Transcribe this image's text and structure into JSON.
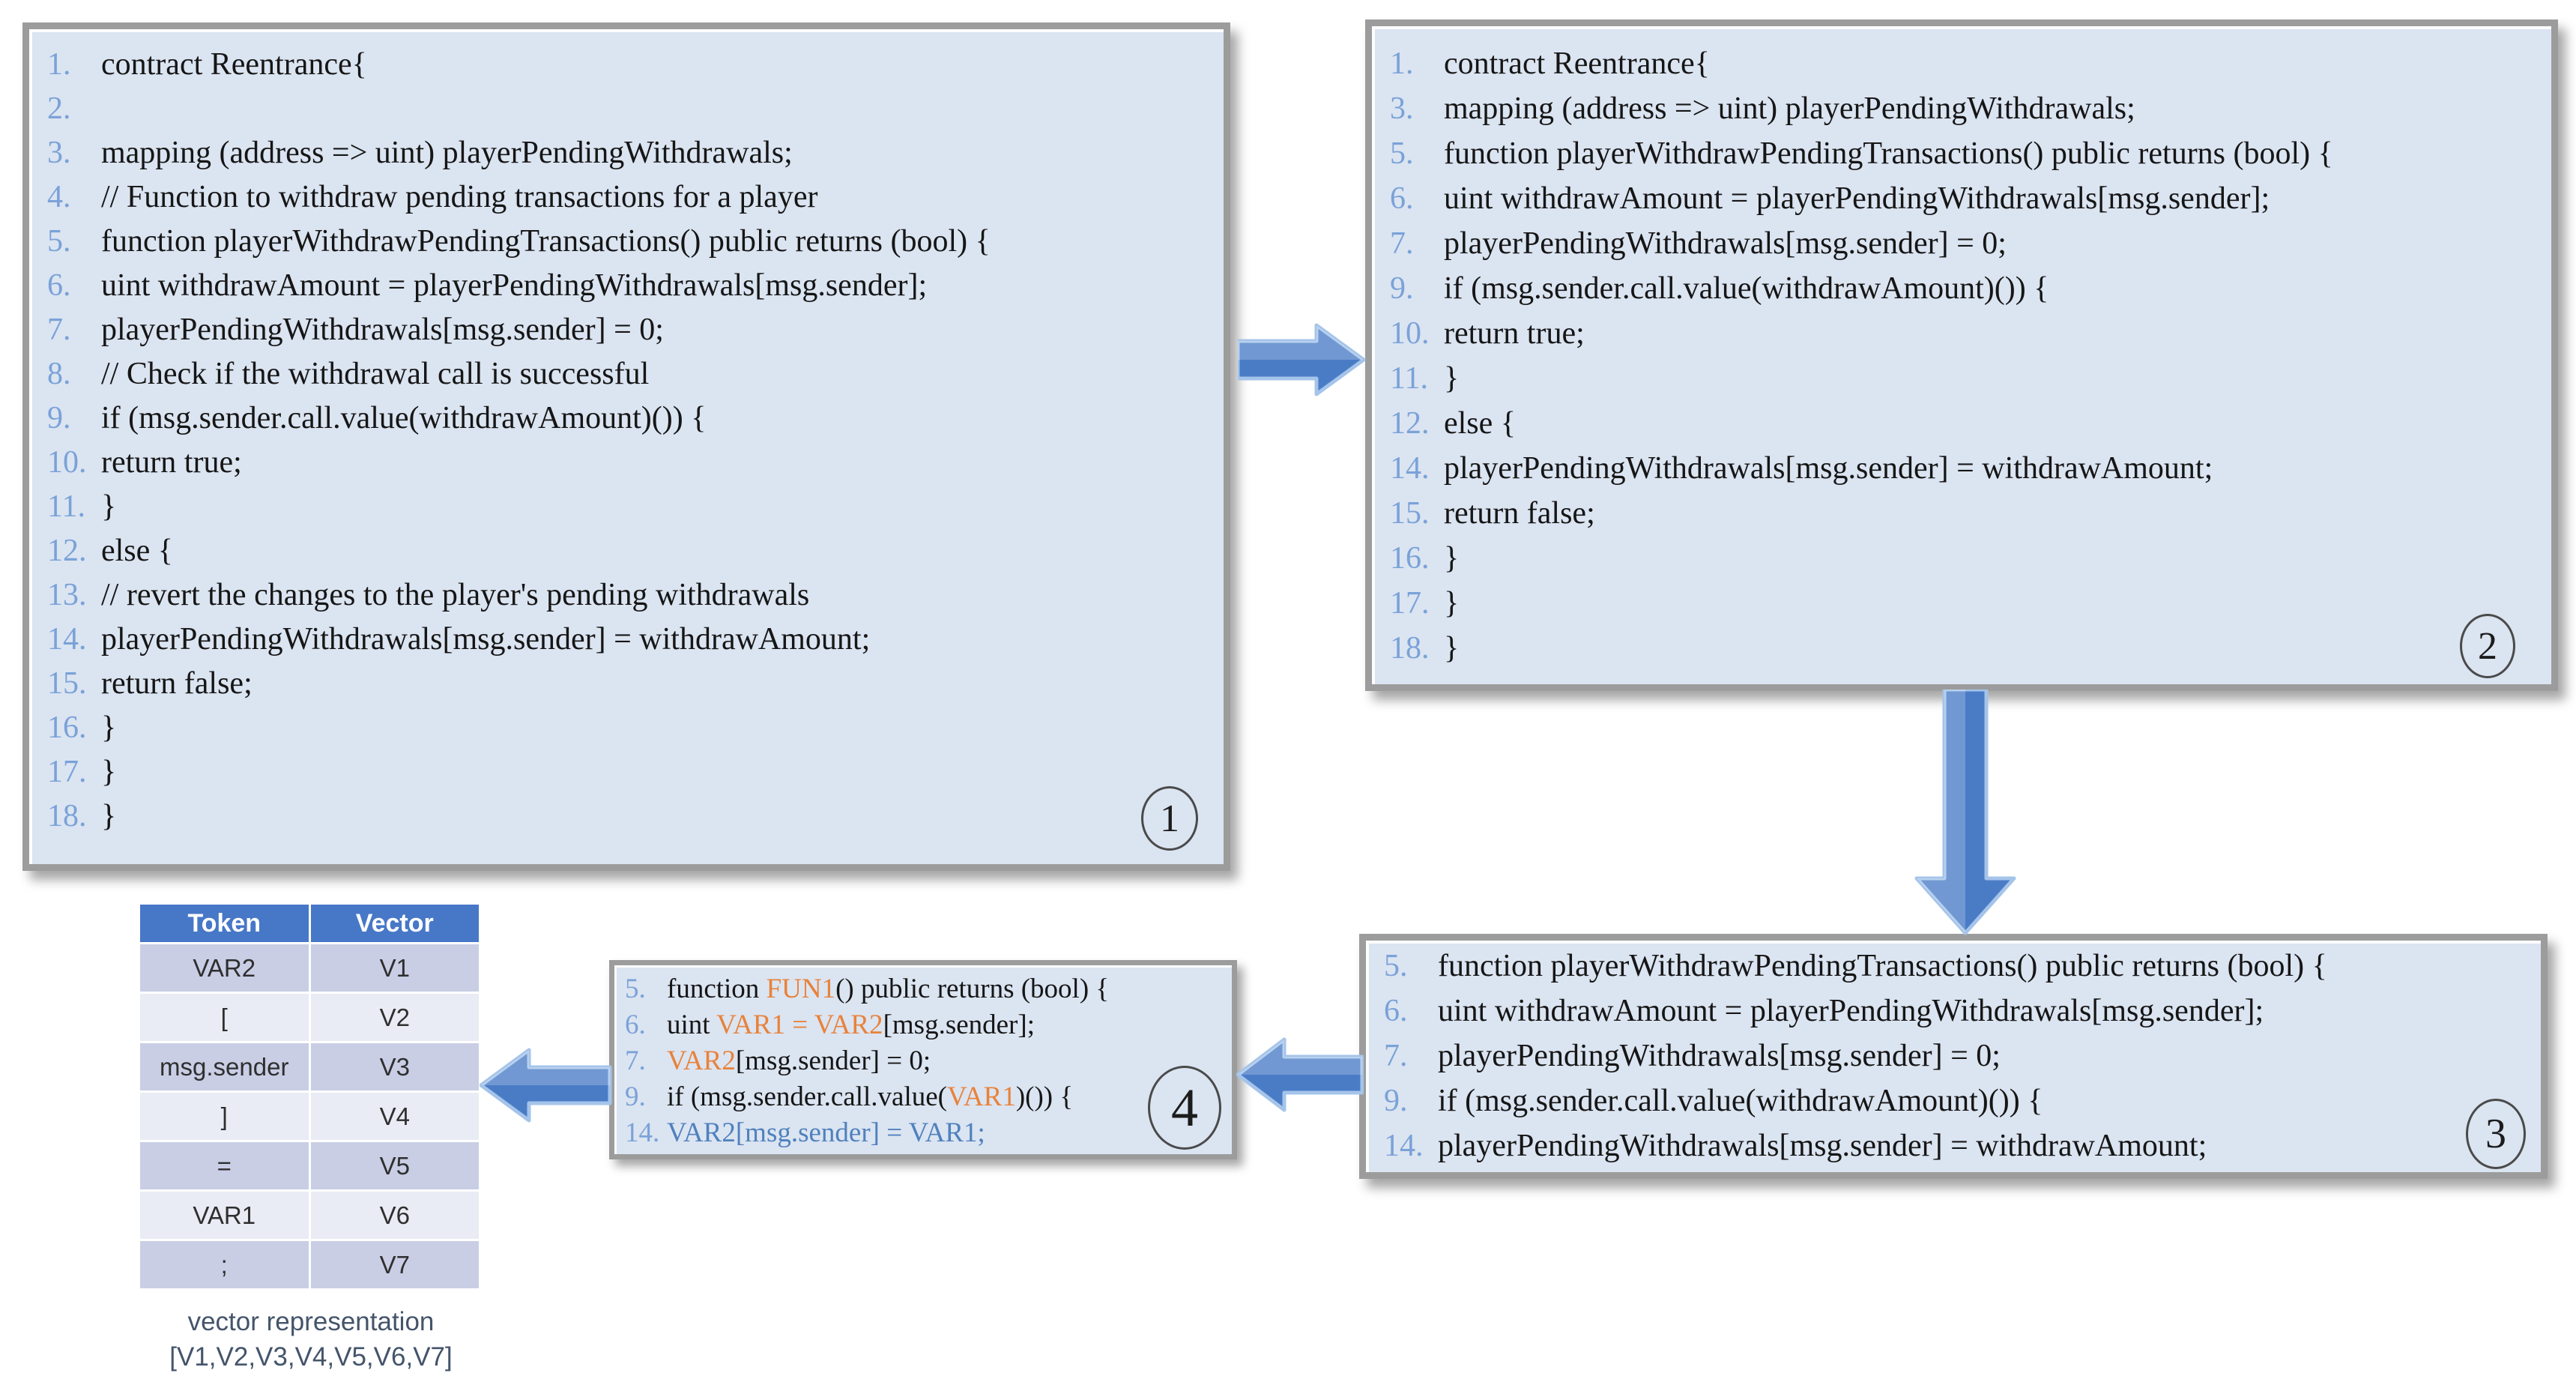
{
  "colors": {
    "panel_bg": "#dbe4f1",
    "panel_border": "#9c9c9c",
    "line_number": "#7aa2d8",
    "code_text": "#161616",
    "highlight_orange": "#e8823a",
    "highlight_blue": "#4f81bd",
    "arrow_fill": "#4a7cc6",
    "arrow_edge": "#a5c4ea",
    "table_header_bg": "#4777c7",
    "table_header_text": "#ffffff",
    "table_row_dark": "#c9cee5",
    "table_row_light": "#e9ecf5",
    "table_cell_text": "#2f2f2f",
    "caption_text": "#44546a"
  },
  "panels": [
    {
      "id": "1",
      "badge": "1",
      "lines": [
        {
          "n": "1.",
          "segs": [
            {
              "t": "contract Reentrance{"
            }
          ]
        },
        {
          "n": "2.",
          "segs": []
        },
        {
          "n": "3.",
          "segs": [
            {
              "t": "mapping (address => uint) playerPendingWithdrawals;"
            }
          ]
        },
        {
          "n": "4.",
          "segs": [
            {
              "t": "// Function to withdraw pending transactions for a player"
            }
          ]
        },
        {
          "n": "5.",
          "segs": [
            {
              "t": "function playerWithdrawPendingTransactions() public returns (bool) {"
            }
          ]
        },
        {
          "n": "6.",
          "segs": [
            {
              "t": "uint withdrawAmount = playerPendingWithdrawals[msg.sender];"
            }
          ]
        },
        {
          "n": "7.",
          "segs": [
            {
              "t": "playerPendingWithdrawals[msg.sender] = 0;"
            }
          ]
        },
        {
          "n": "8.",
          "segs": [
            {
              "t": "// Check if the withdrawal call is successful"
            }
          ]
        },
        {
          "n": "9.",
          "segs": [
            {
              "t": "if (msg.sender.call.value(withdrawAmount)()) {"
            }
          ]
        },
        {
          "n": "10.",
          "segs": [
            {
              "t": "return true;"
            }
          ]
        },
        {
          "n": "11.",
          "segs": [
            {
              "t": "}"
            }
          ]
        },
        {
          "n": "12.",
          "segs": [
            {
              "t": "else {"
            }
          ]
        },
        {
          "n": "13.",
          "segs": [
            {
              "t": "// revert the changes to the player's pending withdrawals"
            }
          ]
        },
        {
          "n": "14.",
          "segs": [
            {
              "t": "playerPendingWithdrawals[msg.sender] = withdrawAmount;"
            }
          ]
        },
        {
          "n": "15.",
          "segs": [
            {
              "t": "return false;"
            }
          ]
        },
        {
          "n": "16.",
          "segs": [
            {
              "t": "}"
            }
          ]
        },
        {
          "n": "17.",
          "segs": [
            {
              "t": "}"
            }
          ]
        },
        {
          "n": "18.",
          "segs": [
            {
              "t": "}"
            }
          ]
        }
      ]
    },
    {
      "id": "2",
      "badge": "2",
      "lines": [
        {
          "n": "1.",
          "segs": [
            {
              "t": "contract Reentrance{"
            }
          ]
        },
        {
          "n": "3.",
          "segs": [
            {
              "t": "mapping (address => uint) playerPendingWithdrawals;"
            }
          ]
        },
        {
          "n": "5.",
          "segs": [
            {
              "t": "function playerWithdrawPendingTransactions() public returns (bool) {"
            }
          ]
        },
        {
          "n": "6.",
          "segs": [
            {
              "t": "uint withdrawAmount = playerPendingWithdrawals[msg.sender];"
            }
          ]
        },
        {
          "n": "7.",
          "segs": [
            {
              "t": "playerPendingWithdrawals[msg.sender] = 0;"
            }
          ]
        },
        {
          "n": "9.",
          "segs": [
            {
              "t": "if (msg.sender.call.value(withdrawAmount)()) {"
            }
          ]
        },
        {
          "n": "10.",
          "segs": [
            {
              "t": "return true;"
            }
          ]
        },
        {
          "n": "11.",
          "segs": [
            {
              "t": "}"
            }
          ]
        },
        {
          "n": "12.",
          "segs": [
            {
              "t": "else {"
            }
          ]
        },
        {
          "n": "14.",
          "segs": [
            {
              "t": "playerPendingWithdrawals[msg.sender] = withdrawAmount;"
            }
          ]
        },
        {
          "n": "15.",
          "segs": [
            {
              "t": "return false;"
            }
          ]
        },
        {
          "n": "16.",
          "segs": [
            {
              "t": "}"
            }
          ]
        },
        {
          "n": "17.",
          "segs": [
            {
              "t": "}"
            }
          ]
        },
        {
          "n": "18.",
          "segs": [
            {
              "t": "}"
            }
          ]
        }
      ]
    },
    {
      "id": "3",
      "badge": "3",
      "lines": [
        {
          "n": "5.",
          "segs": [
            {
              "t": "function playerWithdrawPendingTransactions() public returns (bool) {"
            }
          ]
        },
        {
          "n": "6.",
          "segs": [
            {
              "t": "uint withdrawAmount = playerPendingWithdrawals[msg.sender];"
            }
          ]
        },
        {
          "n": "7.",
          "segs": [
            {
              "t": "playerPendingWithdrawals[msg.sender] = 0;"
            }
          ]
        },
        {
          "n": "9.",
          "segs": [
            {
              "t": "if (msg.sender.call.value(withdrawAmount)()) {"
            }
          ]
        },
        {
          "n": "14.",
          "segs": [
            {
              "t": "playerPendingWithdrawals[msg.sender] = withdrawAmount;"
            }
          ]
        }
      ]
    },
    {
      "id": "4",
      "badge": "4",
      "lines": [
        {
          "n": "5.",
          "segs": [
            {
              "t": "function "
            },
            {
              "t": "FUN1",
              "c": "orange"
            },
            {
              "t": "() public returns (bool) {"
            }
          ]
        },
        {
          "n": "6.",
          "segs": [
            {
              "t": "uint "
            },
            {
              "t": "VAR1 = VAR2",
              "c": "orange"
            },
            {
              "t": "[msg.sender];"
            }
          ]
        },
        {
          "n": "7.",
          "segs": [
            {
              "t": "VAR2",
              "c": "orange"
            },
            {
              "t": "[msg.sender] = 0;"
            }
          ]
        },
        {
          "n": "9.",
          "segs": [
            {
              "t": "if (msg.sender.call.value("
            },
            {
              "t": "VAR1",
              "c": "orange"
            },
            {
              "t": ")()) {"
            }
          ]
        },
        {
          "n": "14.",
          "segs": [
            {
              "t": "VAR2[msg.sender] = VAR1;",
              "c": "blue"
            }
          ]
        }
      ]
    }
  ],
  "token_table": {
    "headers": [
      "Token",
      "Vector"
    ],
    "rows": [
      [
        "VAR2",
        "V1"
      ],
      [
        "[",
        "V2"
      ],
      [
        "msg.sender",
        "V3"
      ],
      [
        "]",
        "V4"
      ],
      [
        "=",
        "V5"
      ],
      [
        "VAR1",
        "V6"
      ],
      [
        ";",
        "V7"
      ]
    ],
    "caption": [
      "vector representation",
      "[V1,V2,V3,V4,V5,V6,V7]"
    ]
  },
  "arrows": [
    {
      "name": "arrow-1-to-2",
      "direction": "right"
    },
    {
      "name": "arrow-2-to-3",
      "direction": "down"
    },
    {
      "name": "arrow-3-to-4",
      "direction": "left"
    },
    {
      "name": "arrow-4-to-table",
      "direction": "left"
    }
  ]
}
